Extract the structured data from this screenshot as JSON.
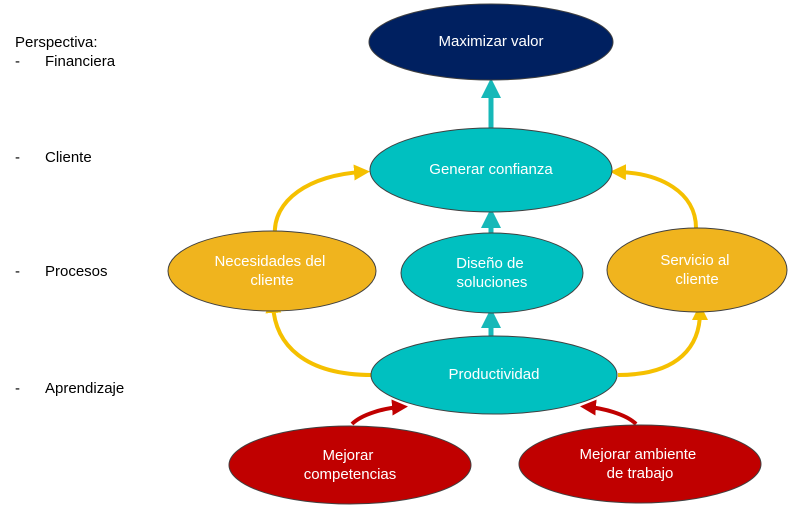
{
  "perspectives": {
    "title": "Perspectiva:",
    "dash": "-",
    "items": [
      "Financiera",
      "Cliente",
      "Procesos",
      "Aprendizaje"
    ]
  },
  "nodes": {
    "maximizar": {
      "lines": [
        "Maximizar valor"
      ],
      "color": "#002060"
    },
    "confianza": {
      "lines": [
        "Generar confianza"
      ],
      "color": "#00C0C0"
    },
    "necesidades": {
      "lines": [
        "Necesidades del",
        "cliente"
      ],
      "color": "#F0B41E"
    },
    "diseno": {
      "lines": [
        "Diseño de",
        "soluciones"
      ],
      "color": "#00C0C0"
    },
    "servicio": {
      "lines": [
        "Servicio al",
        "cliente"
      ],
      "color": "#F0B41E"
    },
    "productividad": {
      "lines": [
        "Productividad"
      ],
      "color": "#00C0C0"
    },
    "competencias": {
      "lines": [
        "Mejorar",
        "competencias"
      ],
      "color": "#C00000"
    },
    "ambiente": {
      "lines": [
        "Mejorar ambiente",
        "de trabajo"
      ],
      "color": "#C00000"
    }
  },
  "colors": {
    "arrow_teal": "#16B8B8",
    "arrow_yellow": "#F5C000",
    "arrow_red": "#C00000",
    "node_outline": "#404040"
  }
}
